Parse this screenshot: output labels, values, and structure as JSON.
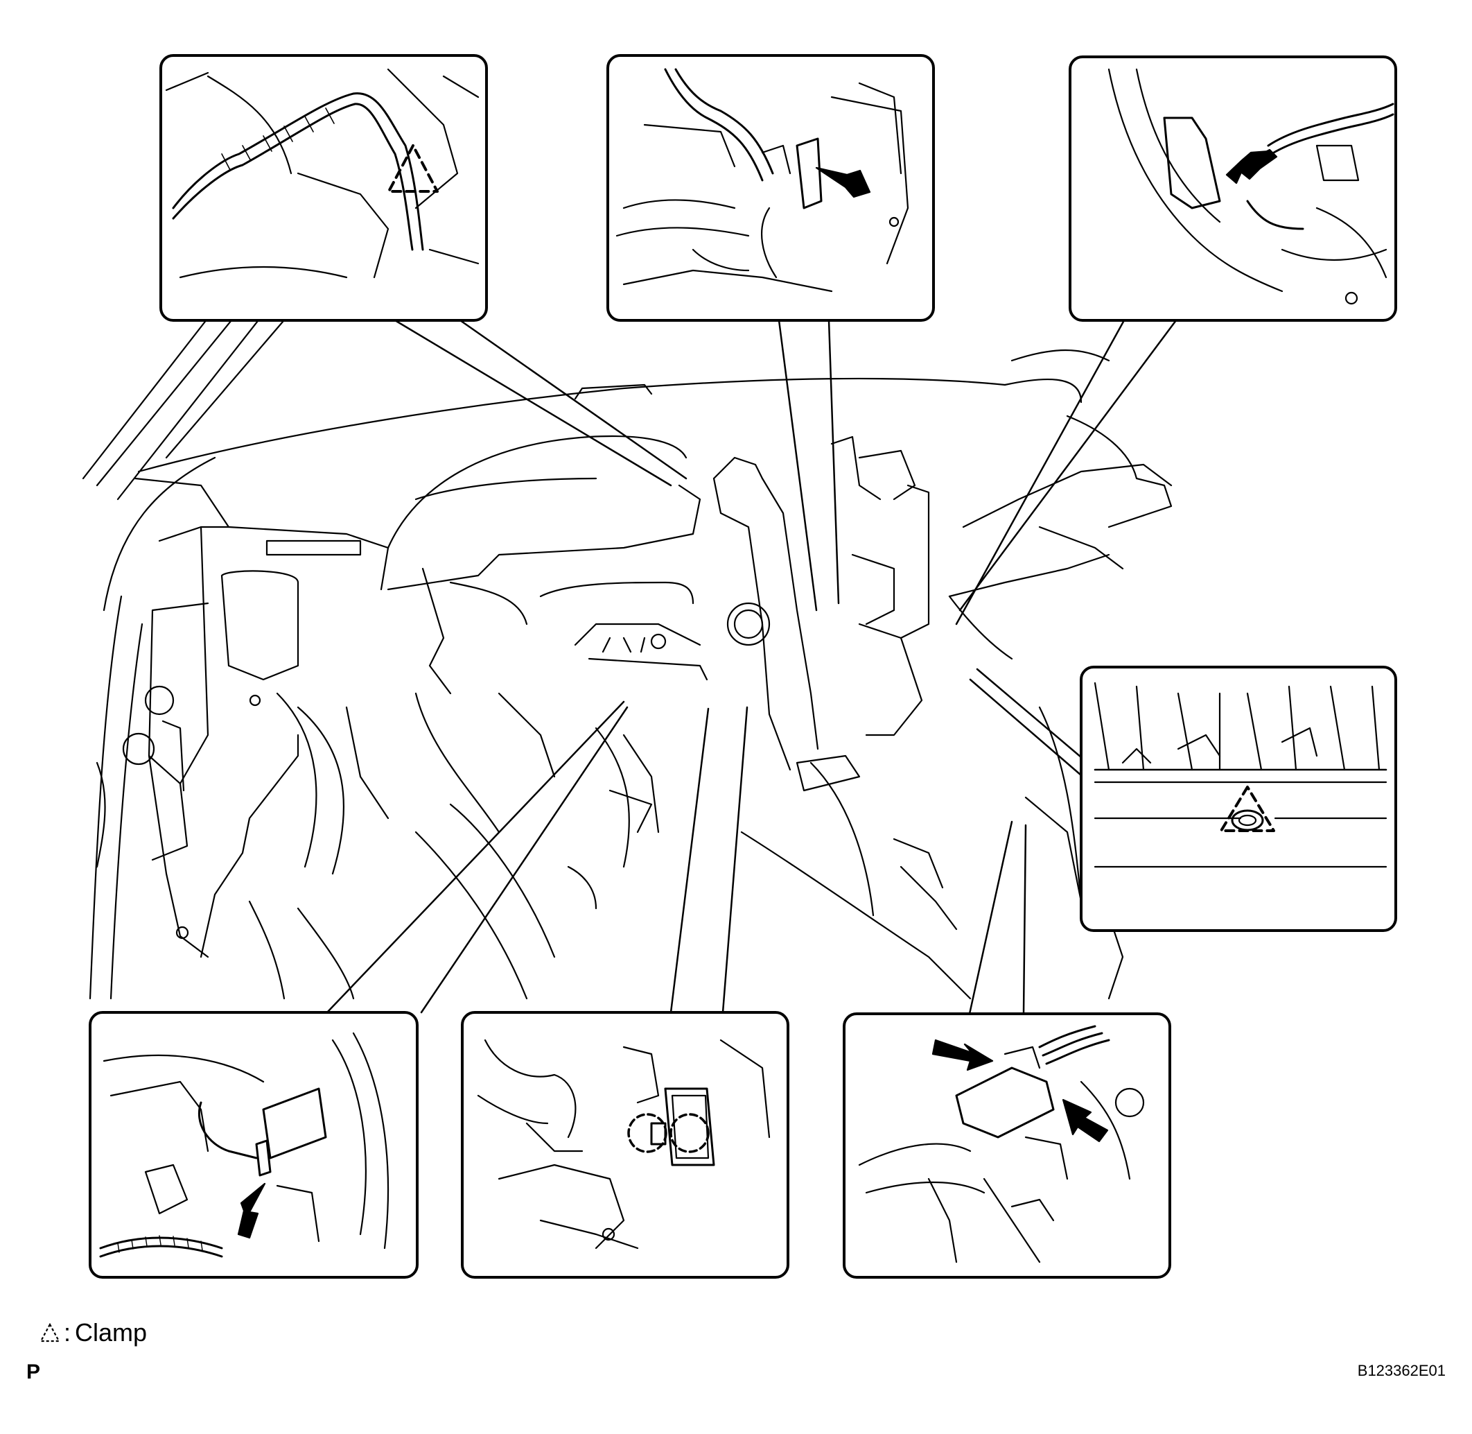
{
  "legend": {
    "symbol_name": "clamp-symbol-icon",
    "separator": ":",
    "label": "Clamp"
  },
  "page_code": "P",
  "figure_id": "B123362E01",
  "callouts": [
    {
      "name": "callout-top-left",
      "marker": "clamp",
      "marker_count": 1
    },
    {
      "name": "callout-top-center",
      "marker": "arrow",
      "marker_count": 1
    },
    {
      "name": "callout-top-right",
      "marker": "arrow",
      "marker_count": 1
    },
    {
      "name": "callout-right",
      "marker": "clamp",
      "marker_count": 1
    },
    {
      "name": "callout-bottom-left",
      "marker": "arrow",
      "marker_count": 1
    },
    {
      "name": "callout-bottom-center",
      "marker": "dashed-circle",
      "marker_count": 2
    },
    {
      "name": "callout-bottom-right",
      "marker": "arrow",
      "marker_count": 2
    }
  ],
  "colors": {
    "line": "#000000",
    "background": "#ffffff"
  }
}
